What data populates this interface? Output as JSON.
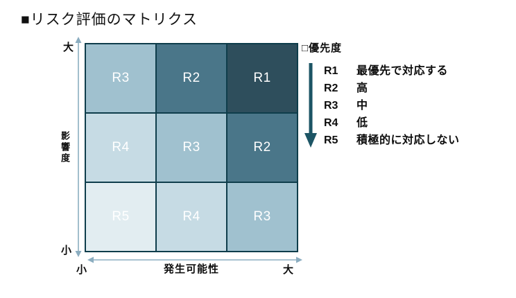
{
  "title": "■リスク評価のマトリクス",
  "colors": {
    "axis": "#8badc0",
    "grid": "#0e3d4b",
    "legend_arrow": "#1d5565",
    "cell_text": "#ffffff"
  },
  "matrix": {
    "cells": [
      {
        "label": "R3"
      },
      {
        "label": "R2"
      },
      {
        "label": "R1"
      },
      {
        "label": "R4"
      },
      {
        "label": "R3"
      },
      {
        "label": "R2"
      },
      {
        "label": "R5"
      },
      {
        "label": "R4"
      },
      {
        "label": "R3"
      }
    ],
    "level_colors": {
      "R1": "#2e4e5c",
      "R2": "#4a7689",
      "R3": "#a0c1cf",
      "R4": "#c6dbe4",
      "R5": "#e2edf1"
    }
  },
  "y_axis": {
    "title": "影響度",
    "top_label": "大",
    "bottom_label": "小"
  },
  "x_axis": {
    "title": "発生可能性",
    "left_label": "小",
    "right_label": "大"
  },
  "legend": {
    "header": "□優先度",
    "items": [
      {
        "code": "R1",
        "desc": "最優先で対応する"
      },
      {
        "code": "R2",
        "desc": "高"
      },
      {
        "code": "R3",
        "desc": "中"
      },
      {
        "code": "R4",
        "desc": "低"
      },
      {
        "code": "R5",
        "desc": "積極的に対応しない"
      }
    ]
  }
}
